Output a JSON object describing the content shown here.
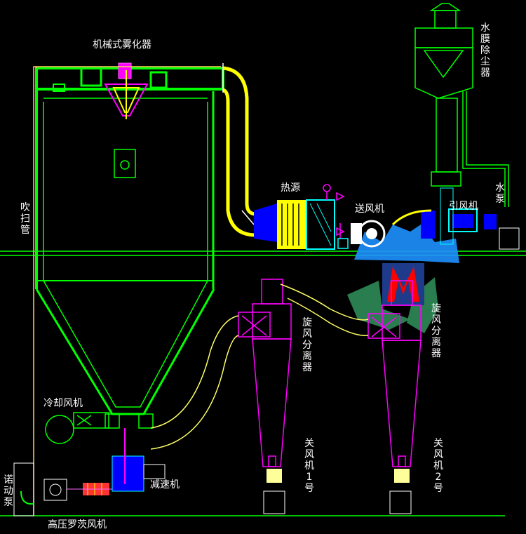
{
  "labels": {
    "atomizer": "机械式雾化器",
    "water_film_dust_collector": "水膜除尘器",
    "heat_source": "热源",
    "supply_fan": "送风机",
    "induced_fan": "引风机",
    "water_pump": "水泵",
    "purge_pipe": "吹扫管",
    "cooling_fan": "冷却风机",
    "cyclone_separator_a": "旋风分离器",
    "cyclone_separator_b": "旋风分离器",
    "reducer": "减速机",
    "airlock_1": "关风机1号",
    "airlock_2": "关风机2号",
    "peristaltic_pump": "诺动泵",
    "roots_blower": "高压罗茨风机"
  },
  "colors": {
    "background": "#000000",
    "tower": "#00ff00",
    "hot_duct": "#ffff00",
    "duct_outline": "#ffff66",
    "cyclone": "#ff00ff",
    "equipment": "#ffffff",
    "pipe_blue": "#0000ff",
    "cyan_pipe": "#00ffff",
    "floor": "#00ff00",
    "logo_red": "#ff0000",
    "logo_blue": "#1e90ff",
    "logo_green": "#2e8b57"
  },
  "icons": {
    "company_logo": "gear-logo"
  }
}
